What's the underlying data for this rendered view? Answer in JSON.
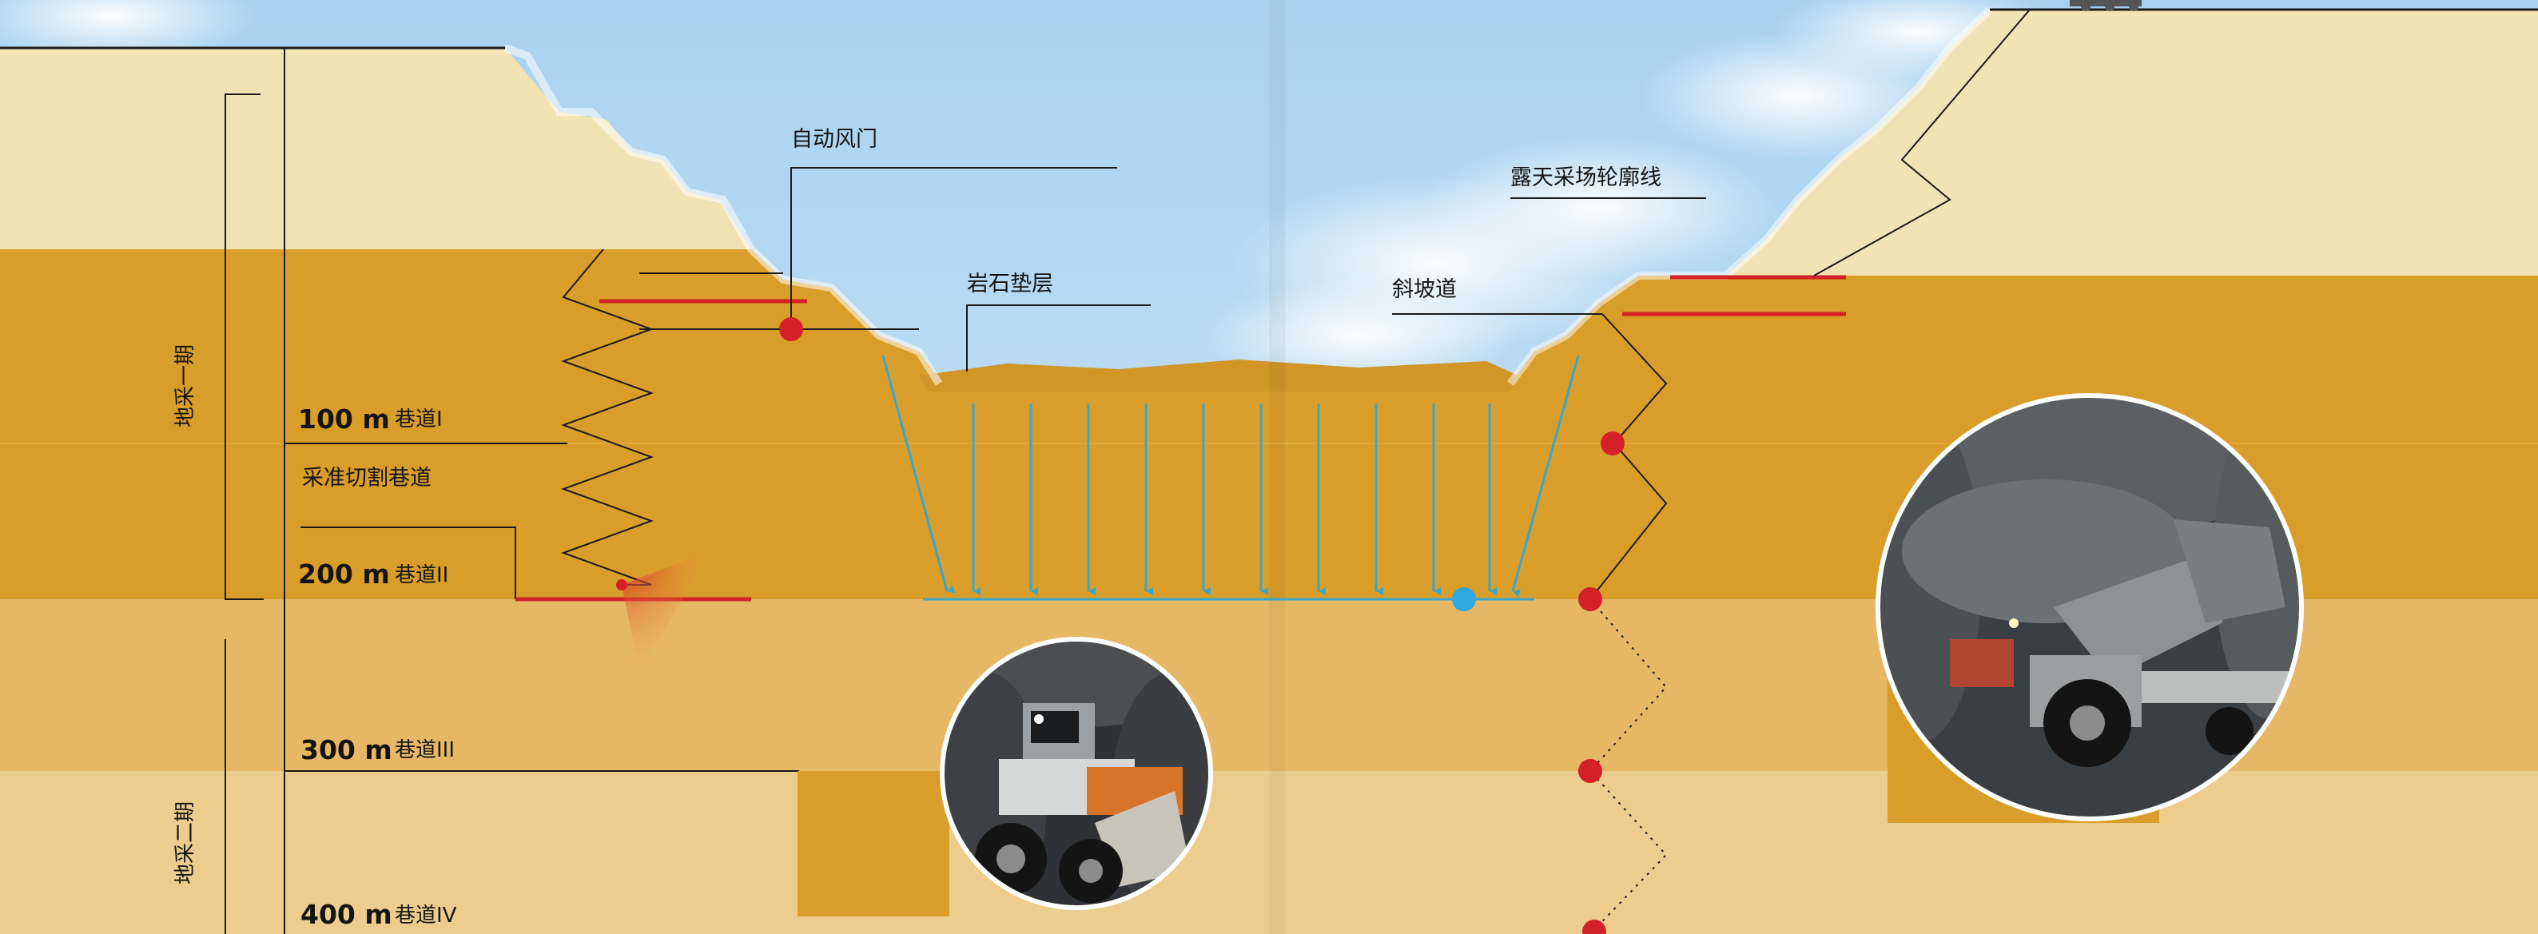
{
  "levels": [
    {
      "depth": "100 m",
      "tunnel": "巷道I"
    },
    {
      "depth": "200 m",
      "tunnel": "巷道II"
    },
    {
      "depth": "300 m",
      "tunnel": "巷道III"
    },
    {
      "depth": "400 m",
      "tunnel": "巷道IV"
    }
  ],
  "labels": {
    "cutting_tunnel": "采准切割巷道",
    "auto_door": "自动风门",
    "rock_cushion": "岩石垫层",
    "pit_outline": "露天采场轮廓线",
    "ramp": "斜坡道"
  },
  "phases": {
    "phase1": "地采一期",
    "phase2": "地采二期"
  },
  "colors": {
    "sky": "#bcdcf2",
    "surface_soil": "#f2e3b4",
    "ore_band": "#d99d2a",
    "lower_band": "#e6b866",
    "deep_band": "#edcd8e",
    "red_marker": "#d42027",
    "blue_marker": "#2ea8e0",
    "arrow": "#3aa6c9"
  },
  "icons": {
    "red_point": "red-dot-marker",
    "blue_point": "blue-dot-marker",
    "loader_photo_left": "underground-loader-photo",
    "loader_photo_right": "underground-loader-photo"
  }
}
